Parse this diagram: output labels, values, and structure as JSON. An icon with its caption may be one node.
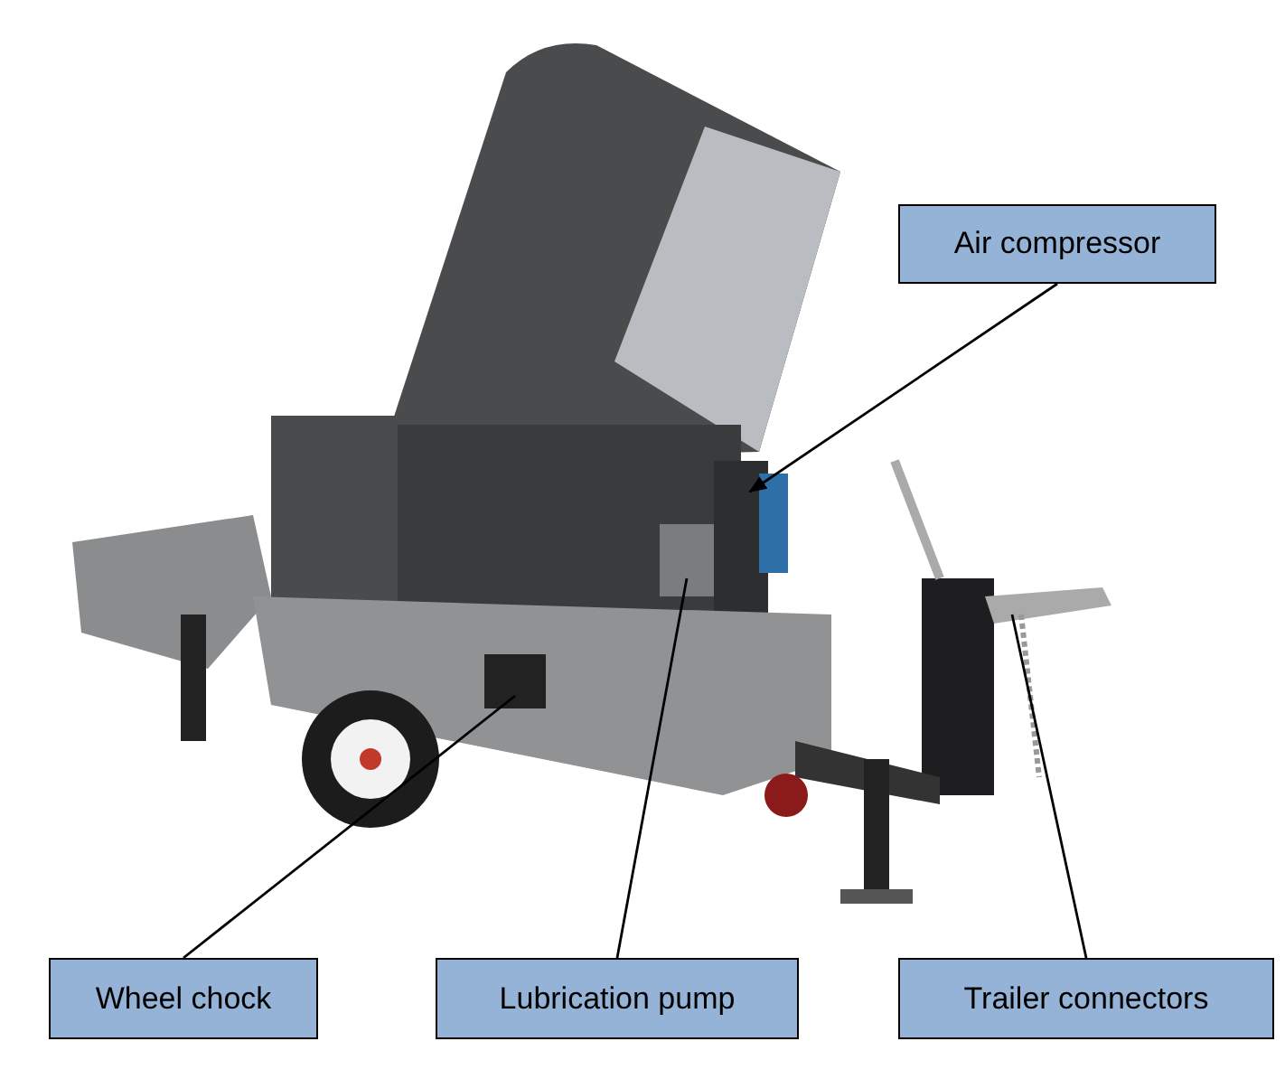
{
  "diagram": {
    "nodes": [
      {
        "text": [
          "Air compressor"
        ]
      },
      {
        "text": [
          "Wheel chock"
        ]
      },
      {
        "text": [
          "Lubrication pump"
        ]
      },
      {
        "text": [
          "Trailer connectors"
        ]
      }
    ],
    "edges": [
      {
        "from": 0,
        "to": null,
        "arrow": "to"
      },
      {
        "from": 1,
        "to": null,
        "arrow": "none"
      },
      {
        "from": 2,
        "to": null,
        "arrow": "none"
      },
      {
        "from": 3,
        "to": null,
        "arrow": "none"
      }
    ]
  }
}
